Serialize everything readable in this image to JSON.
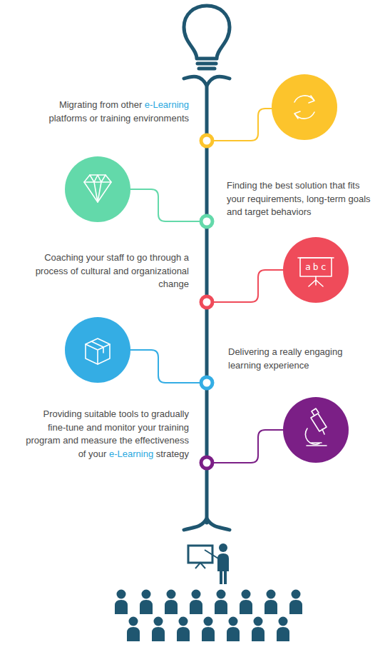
{
  "diagram": {
    "labels": [
      "Migrating from other e-Learning platforms or training environments",
      "Finding the best solution that fits your requirements, long-term goals and target behaviors",
      "Coaching your staff to go through a process of cultural and organizational change",
      "Delivering a really engaging learning experience",
      "Providing suitable tools to gradually fine-tune and monitor your training program and measure the effectiveness of your e-Learning strategy",
      "abc"
    ]
  }
}
